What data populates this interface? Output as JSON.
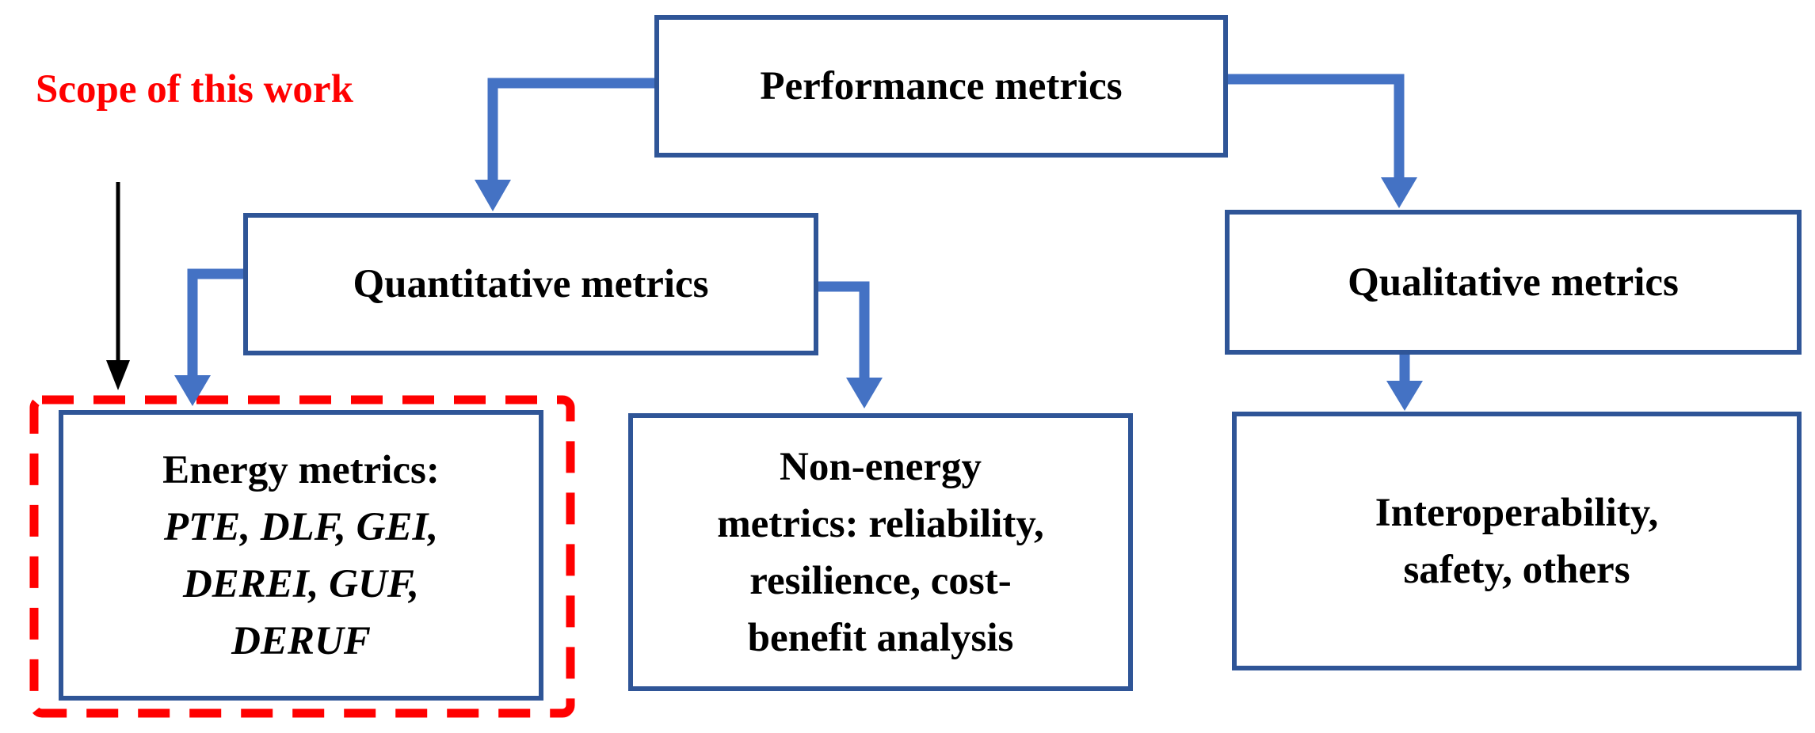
{
  "figure": {
    "annotation": {
      "lines": [
        "Scope of",
        "this work"
      ]
    },
    "nodes": {
      "performance": {
        "label": "Performance metrics"
      },
      "quantitative": {
        "label": "Quantitative metrics"
      },
      "qualitative": {
        "label": "Qualitative metrics"
      },
      "energy": {
        "heading": "Energy metrics:",
        "lines": [
          "PTE, DLF, GEI,",
          "DEREI, GUF,",
          "DERUF"
        ]
      },
      "non_energy": {
        "lines": [
          "Non-energy",
          "metrics: reliability,",
          "resilience, cost-",
          "benefit analysis"
        ]
      },
      "interoperability": {
        "lines": [
          "Interoperability,",
          "safety, others"
        ]
      }
    },
    "colors": {
      "box_border": "#2F5597",
      "arrow_blue": "#4472C4",
      "scope_red": "#FF0000",
      "text": "#000000",
      "background": "#FFFFFF"
    }
  }
}
